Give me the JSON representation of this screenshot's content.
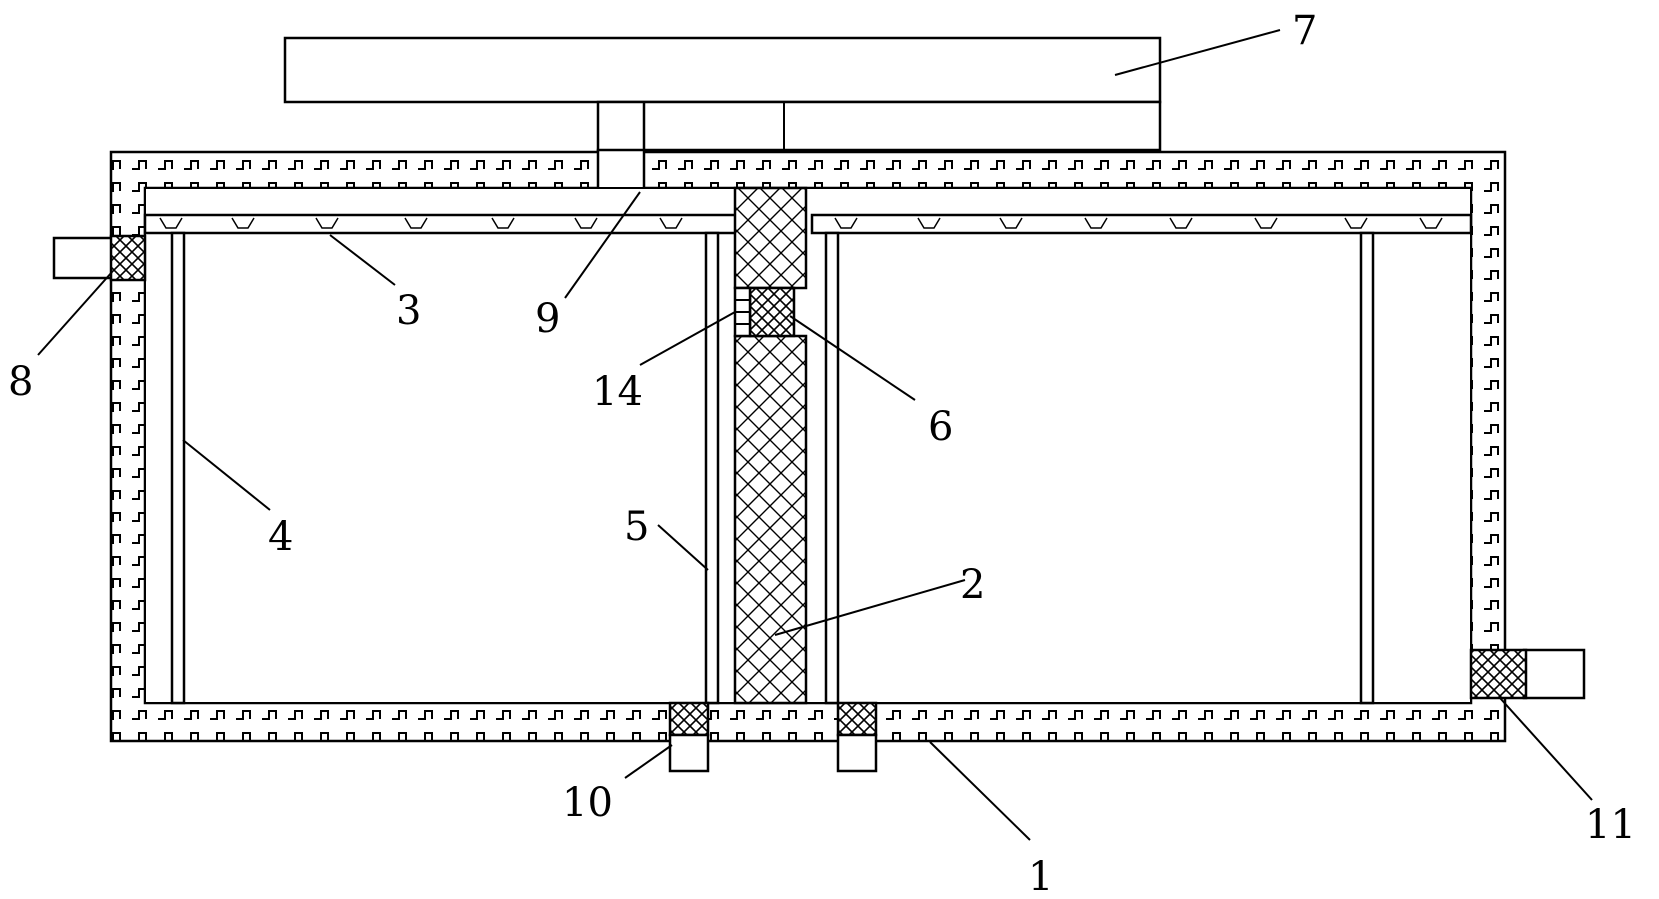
{
  "diagram": {
    "labels": {
      "l1": "1",
      "l2": "2",
      "l3": "3",
      "l4": "4",
      "l5": "5",
      "l6": "6",
      "l7": "7",
      "l8": "8",
      "l9": "9",
      "l10": "10",
      "l11": "11",
      "l14": "14"
    },
    "colors": {
      "line": "#000000",
      "background": "#ffffff"
    }
  }
}
